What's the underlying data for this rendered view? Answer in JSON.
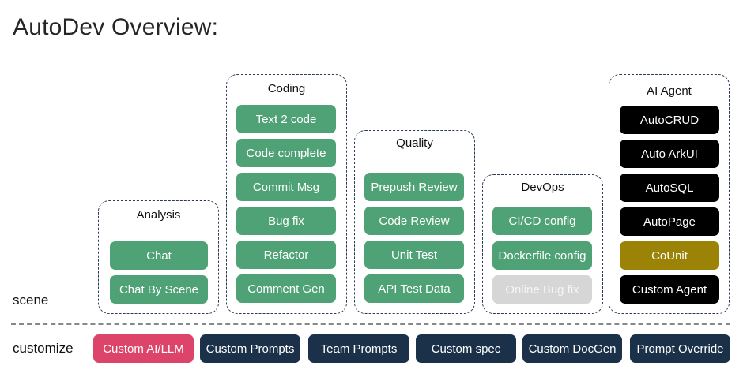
{
  "title": "AutoDev Overview:",
  "rows": {
    "scene_label": "scene",
    "customize_label": "customize"
  },
  "groups": {
    "analysis": {
      "title": "Analysis",
      "items": [
        "Chat",
        "Chat By Scene"
      ]
    },
    "coding": {
      "title": "Coding",
      "items": [
        "Text 2 code",
        "Code complete",
        "Commit Msg",
        "Bug fix",
        "Refactor",
        "Comment Gen"
      ]
    },
    "quality": {
      "title": "Quality",
      "items": [
        "Prepush Review",
        "Code Review",
        "Unit Test",
        "API Test Data"
      ]
    },
    "devops": {
      "title": "DevOps",
      "items": [
        "CI/CD config",
        "Dockerfile config",
        "Online Bug fix"
      ]
    },
    "ai_agent": {
      "title": "AI Agent",
      "items": [
        "AutoCRUD",
        "Auto ArkUI",
        "AutoSQL",
        "AutoPage",
        "CoUnit",
        "Custom Agent"
      ]
    }
  },
  "customize": [
    "Custom AI/LLM",
    "Custom Prompts",
    "Team Prompts",
    "Custom spec",
    "Custom DocGen",
    "Prompt Override"
  ],
  "colors": {
    "feature_green": "#4fa276",
    "disabled_gray": "#d6d6d6",
    "agent_black": "#000000",
    "counit_olive": "#9a8307",
    "customize_navy": "#1b3049",
    "custom_llm_pink": "#dc4469"
  }
}
